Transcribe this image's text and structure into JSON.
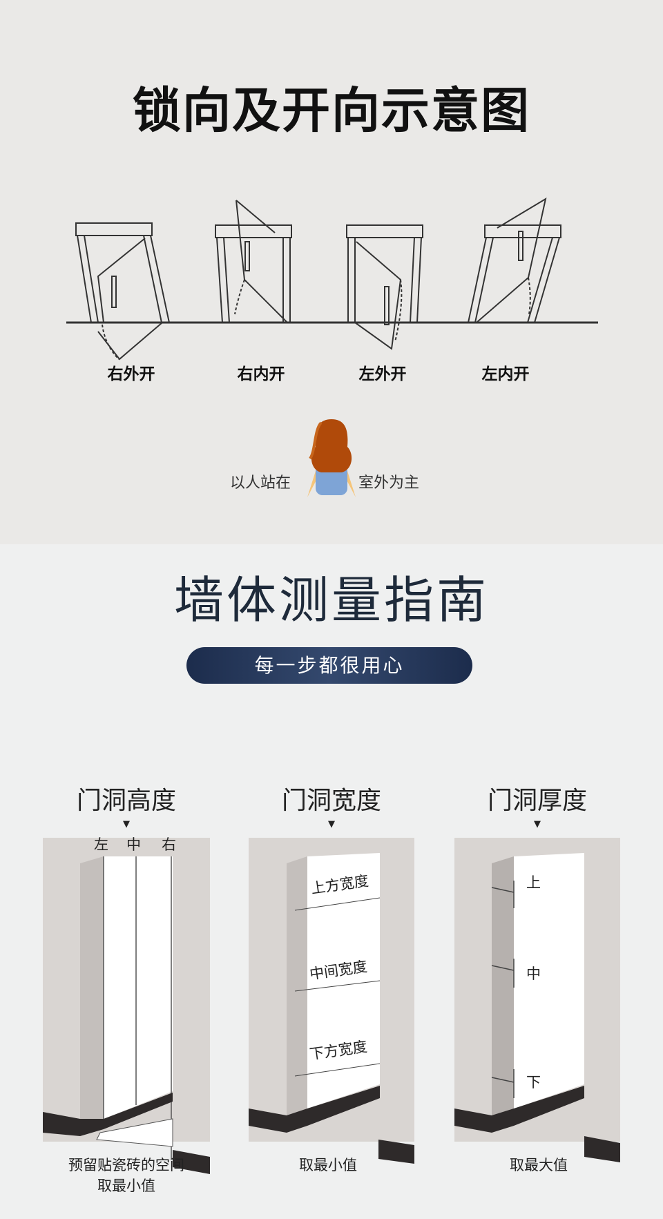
{
  "section1": {
    "title": "锁向及开向示意图",
    "doors": [
      {
        "label": "右外开"
      },
      {
        "label": "右内开"
      },
      {
        "label": "左外开"
      },
      {
        "label": "左内开"
      }
    ],
    "caption_left": "以人站在",
    "caption_right": "室外为主"
  },
  "section2": {
    "title": "墙体测量指南",
    "subtitle": "每一步都很用心",
    "columns": [
      {
        "heading": "门洞高度",
        "arrow": "▼",
        "marks": [
          "左",
          "中",
          "右"
        ],
        "caption": [
          "预留贴瓷砖的空间",
          "取最小值"
        ]
      },
      {
        "heading": "门洞宽度",
        "arrow": "▼",
        "marks": [
          "上方宽度",
          "中间宽度",
          "下方宽度"
        ],
        "caption": [
          "取最小值"
        ]
      },
      {
        "heading": "门洞厚度",
        "arrow": "▼",
        "marks": [
          "上",
          "中",
          "下"
        ],
        "caption": [
          "取最大值"
        ]
      }
    ]
  },
  "colors": {
    "pill": "#1c2c4c",
    "hair": "#b04a0a",
    "shirt": "#7ea4d6",
    "wall": "#d8d4d1",
    "floor": "#2e2a2a"
  }
}
